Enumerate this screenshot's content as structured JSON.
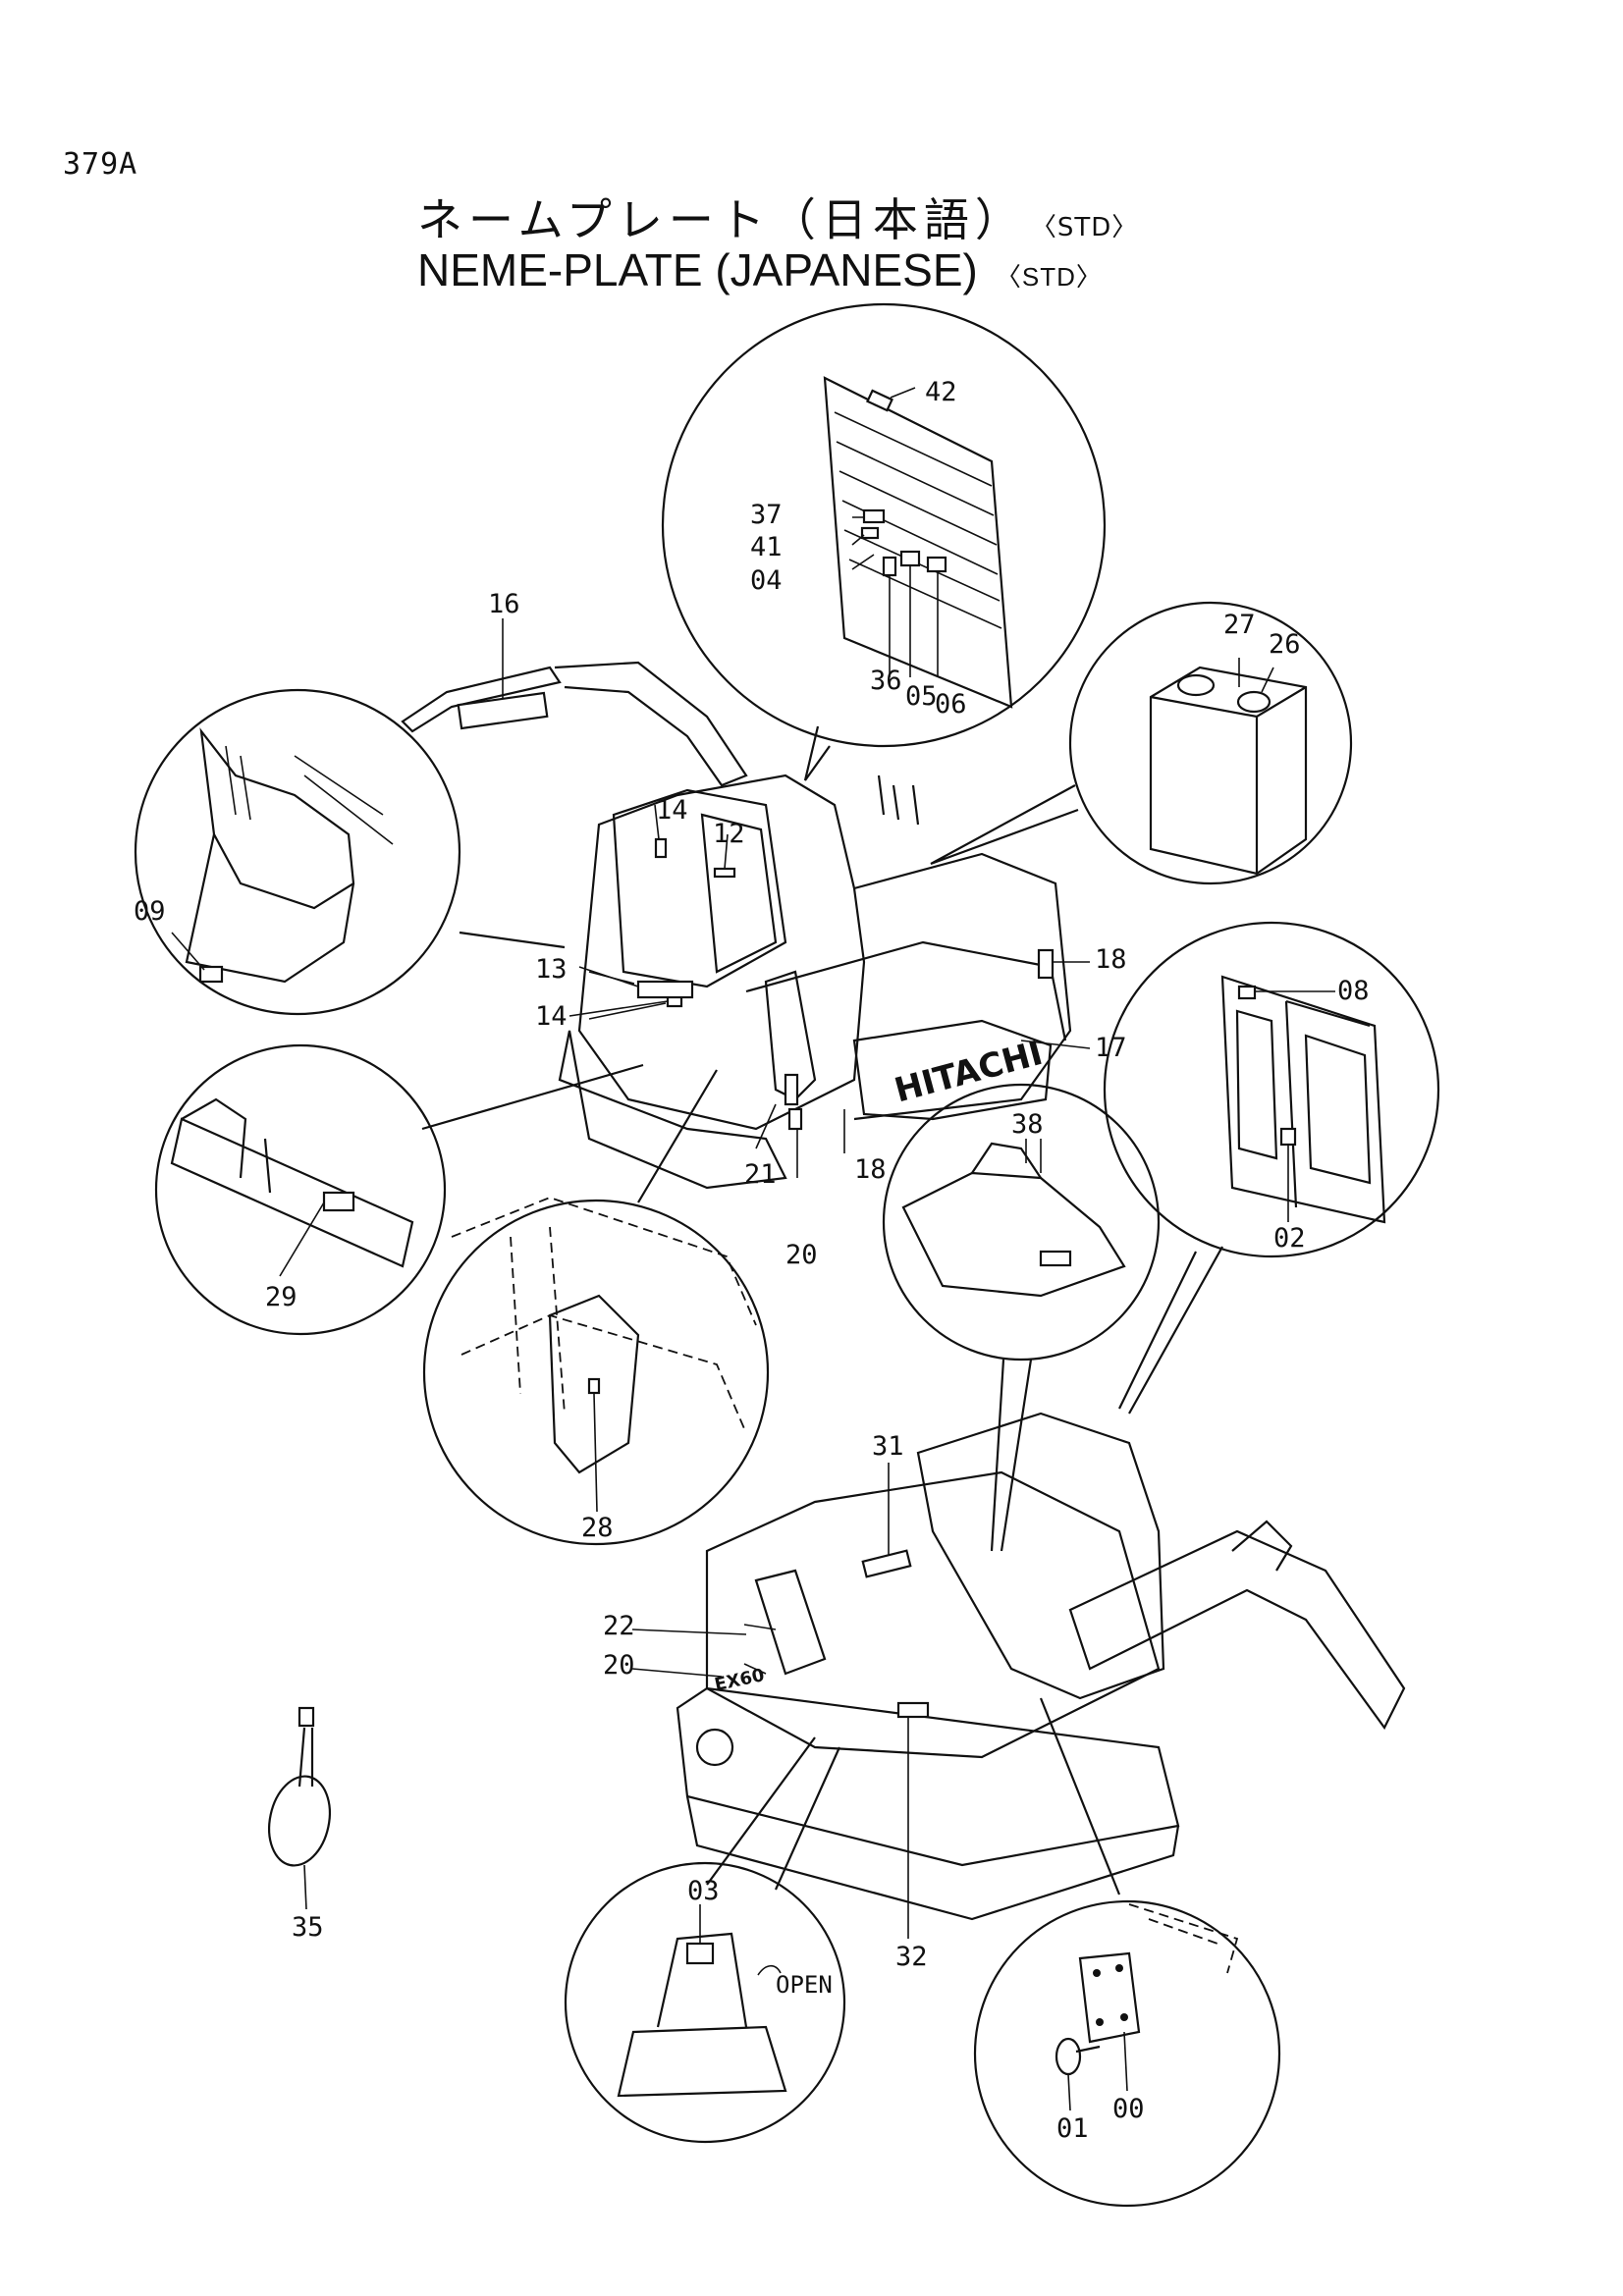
{
  "page": {
    "code": "379A",
    "title_jp": "ネームプレート（日本語）",
    "title_en": "NEME-PLATE (JAPANESE)",
    "variant": "〈STD〉"
  },
  "drawing": {
    "text_marks": [
      "HITACHI",
      "EX60",
      "OPEN"
    ]
  },
  "callouts": [
    {
      "id": "42",
      "label": "42"
    },
    {
      "id": "37",
      "label": "37"
    },
    {
      "id": "41",
      "label": "41"
    },
    {
      "id": "04",
      "label": "04"
    },
    {
      "id": "36",
      "label": "36"
    },
    {
      "id": "05",
      "label": "05"
    },
    {
      "id": "06",
      "label": "06"
    },
    {
      "id": "27",
      "label": "27"
    },
    {
      "id": "26",
      "label": "26"
    },
    {
      "id": "16",
      "label": "16"
    },
    {
      "id": "09",
      "label": "09"
    },
    {
      "id": "14a",
      "label": "14"
    },
    {
      "id": "12",
      "label": "12"
    },
    {
      "id": "13",
      "label": "13"
    },
    {
      "id": "14b",
      "label": "14"
    },
    {
      "id": "18a",
      "label": "18"
    },
    {
      "id": "17",
      "label": "17"
    },
    {
      "id": "18b",
      "label": "18"
    },
    {
      "id": "21",
      "label": "21"
    },
    {
      "id": "20a",
      "label": "20"
    },
    {
      "id": "08",
      "label": "08"
    },
    {
      "id": "02",
      "label": "02"
    },
    {
      "id": "38",
      "label": "38"
    },
    {
      "id": "29",
      "label": "29"
    },
    {
      "id": "28",
      "label": "28"
    },
    {
      "id": "31",
      "label": "31"
    },
    {
      "id": "22",
      "label": "22"
    },
    {
      "id": "20b",
      "label": "20"
    },
    {
      "id": "35",
      "label": "35"
    },
    {
      "id": "03",
      "label": "03"
    },
    {
      "id": "32",
      "label": "32"
    },
    {
      "id": "01",
      "label": "01"
    },
    {
      "id": "00",
      "label": "00"
    }
  ]
}
